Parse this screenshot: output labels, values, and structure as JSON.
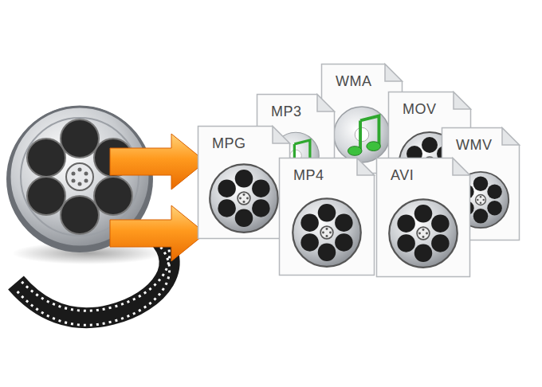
{
  "diagram": {
    "nodes": [
      {
        "text": [
          "WMA"
        ]
      },
      {
        "text": [
          "MP3"
        ]
      },
      {
        "text": [
          "MOV"
        ]
      },
      {
        "text": [
          "MPG"
        ]
      },
      {
        "text": [
          "WMV"
        ]
      },
      {
        "text": [
          "MP4"
        ]
      },
      {
        "text": [
          "AVI"
        ]
      }
    ]
  }
}
